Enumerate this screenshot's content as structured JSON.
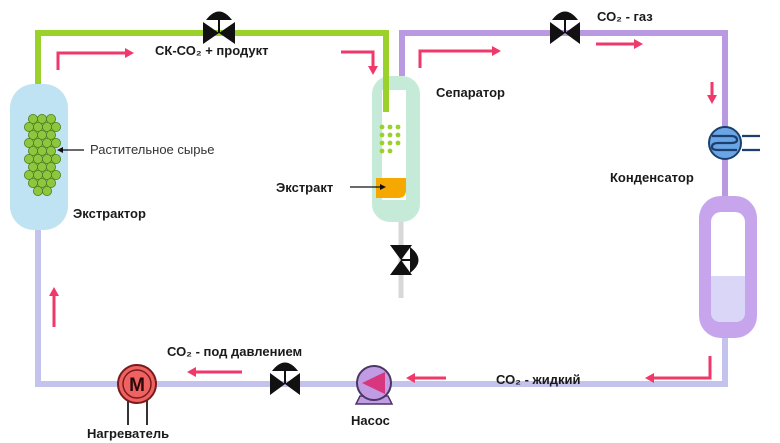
{
  "colors": {
    "green_pipe": "#9bd12b",
    "purple_pipe": "#b99ae0",
    "lavender_pipe": "#c3c3ee",
    "arrow": "#f0386b",
    "extractor": "#bfe3f2",
    "separator": "#c5ead8",
    "extract": "#f5a800",
    "condenser": "#6aa6e6",
    "tank": "#c7a5ec",
    "tank_liquid": "#d9d6f7",
    "heater": "#ef6262",
    "pump": "#c19ce2",
    "pump_arrow": "#d6377f",
    "pellet": "#8dc63f"
  },
  "labels": {
    "sc_co2_product": "СК-СО₂ + продукт",
    "co2_gas": "СО₂ - газ",
    "separator": "Сепаратор",
    "plant_material": "Растительное сырье",
    "extract": "Экстракт",
    "extractor": "Экстрактор",
    "condenser": "Конденсатор",
    "co2_pressure": "СО₂ - под давлением",
    "co2_liquid": "СО₂ - жидкий",
    "pump": "Насос",
    "heater": "Нагреватель",
    "heater_symbol": "M"
  },
  "icons": {
    "valve": "valve-icon",
    "flow_arrow": "flow-arrow-icon",
    "heat_exchanger": "heat-exchanger-icon",
    "pump": "pump-icon"
  }
}
